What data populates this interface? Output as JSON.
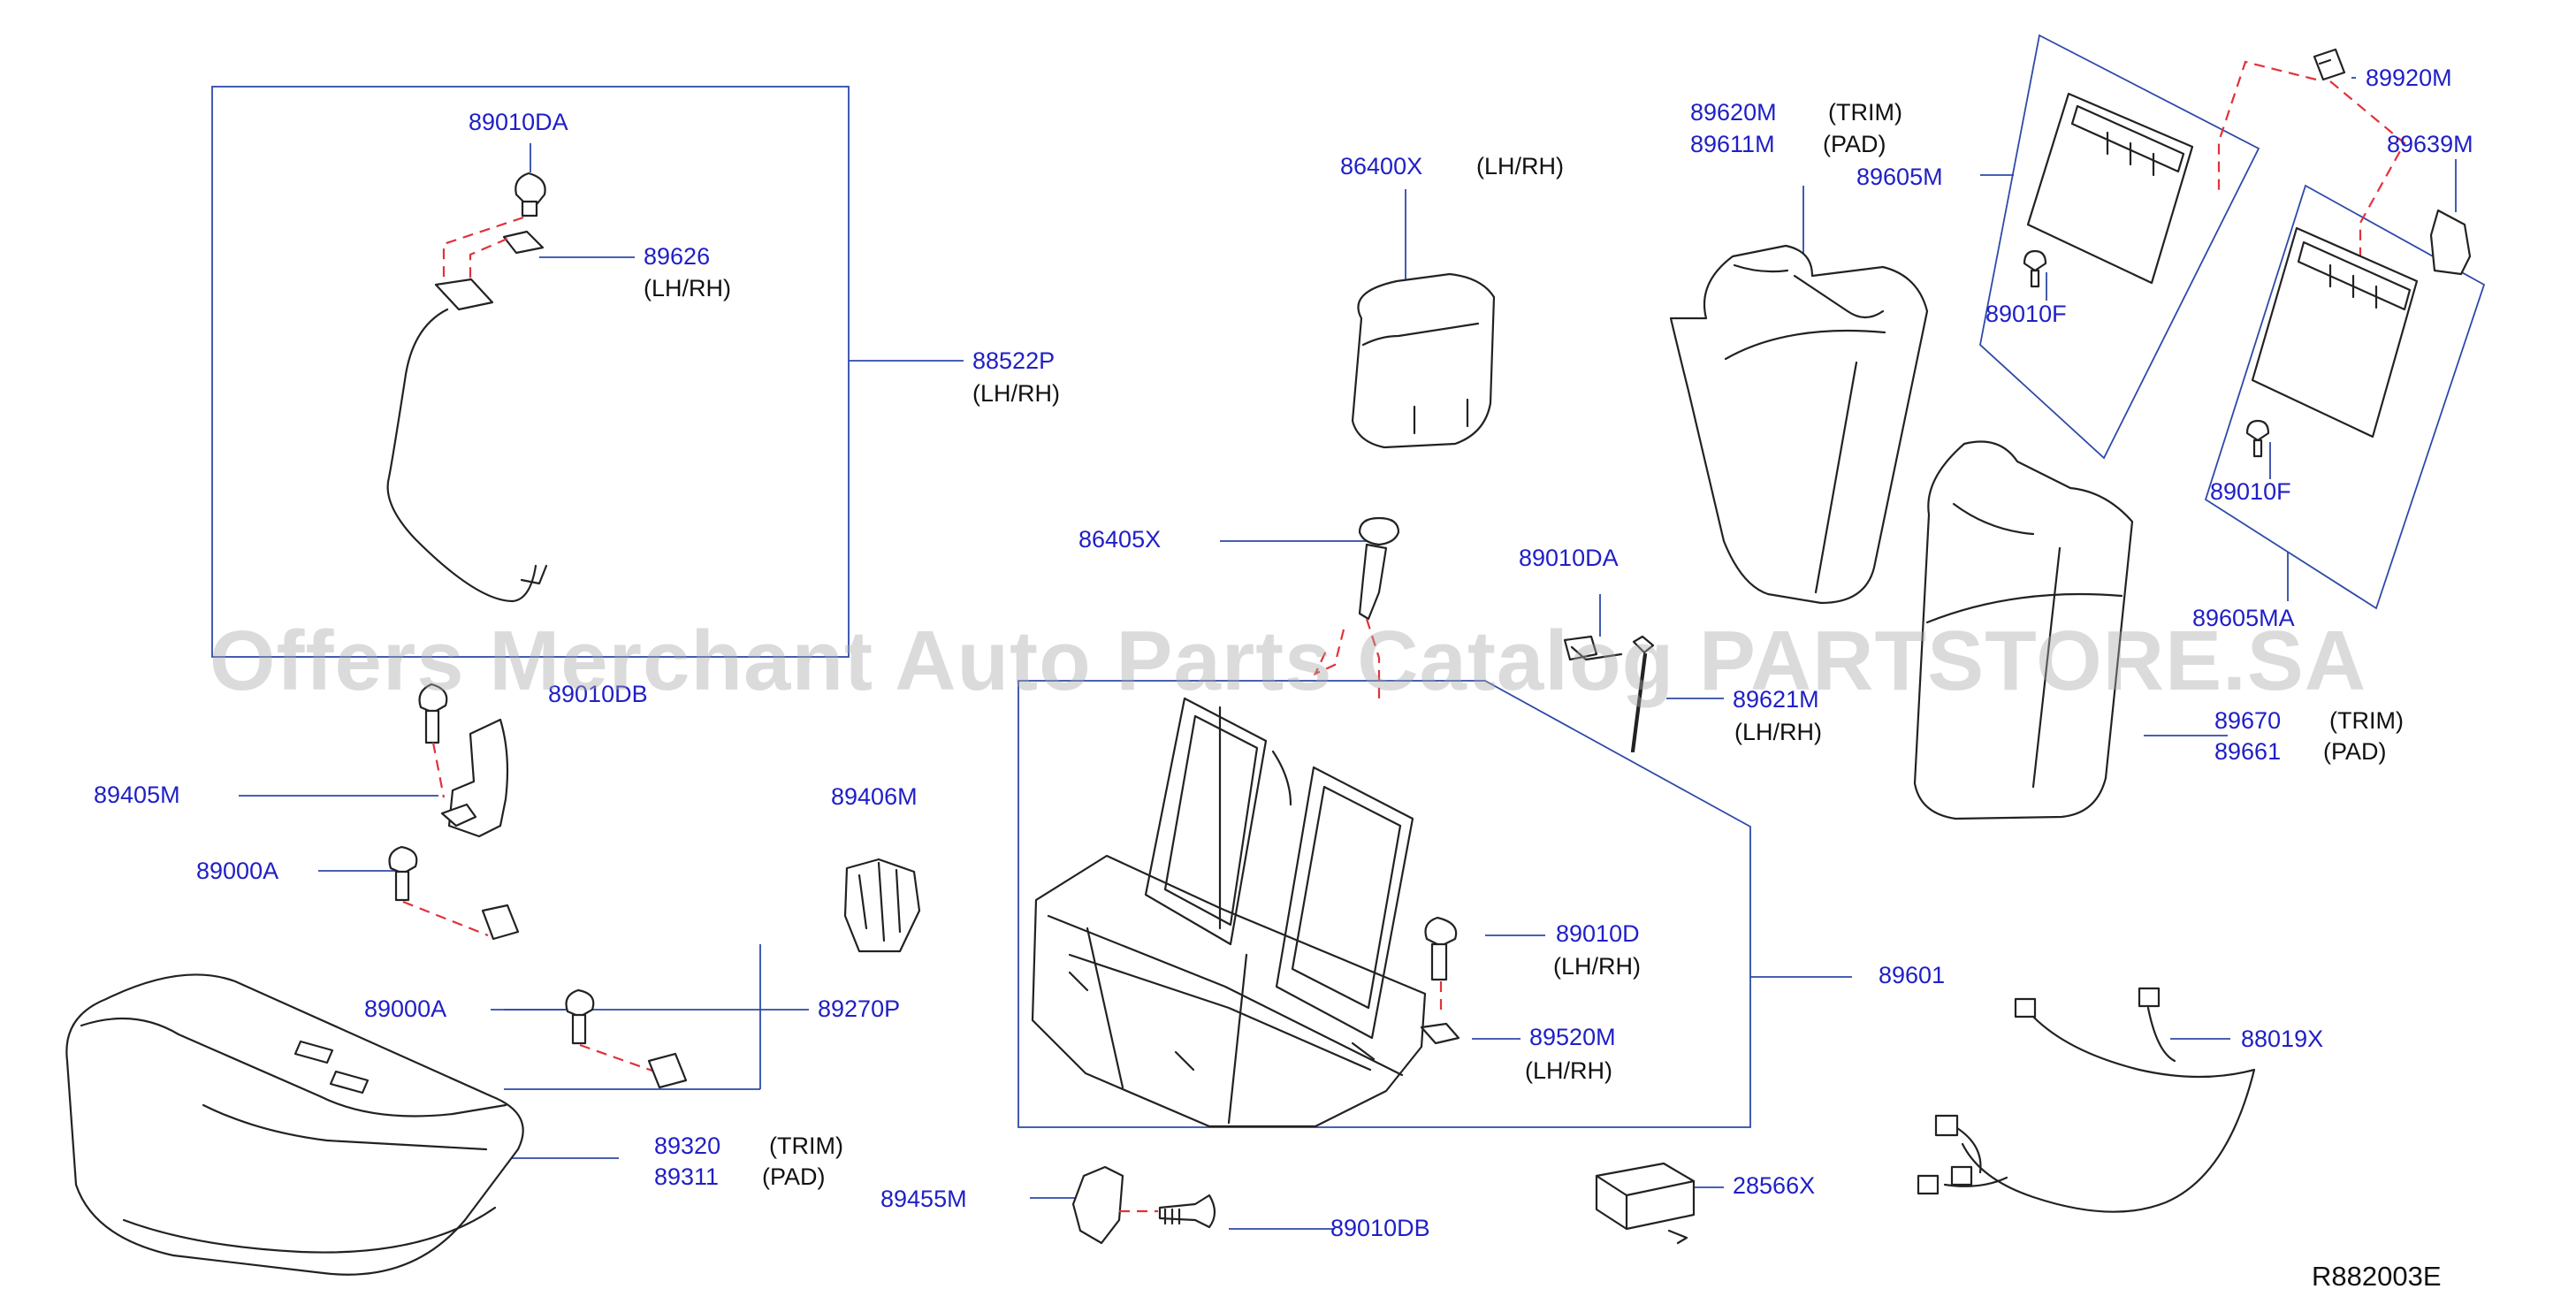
{
  "watermark": "Offers Merchant Auto Parts Catalog PARTSTORE.SA",
  "diagram_ref": "R882003E",
  "parts": [
    {
      "id": "p89010DA_a",
      "number": "89010DA",
      "note": ""
    },
    {
      "id": "p89626",
      "number": "89626",
      "note": "(LH/RH)"
    },
    {
      "id": "p88522P",
      "number": "88522P",
      "note": "(LH/RH)"
    },
    {
      "id": "p89010DB_a",
      "number": "89010DB",
      "note": ""
    },
    {
      "id": "p89405M",
      "number": "89405M",
      "note": ""
    },
    {
      "id": "p89000A_a",
      "number": "89000A",
      "note": ""
    },
    {
      "id": "p89000A_b",
      "number": "89000A",
      "note": ""
    },
    {
      "id": "p89270P",
      "number": "89270P",
      "note": ""
    },
    {
      "id": "p89406M",
      "number": "89406M",
      "note": ""
    },
    {
      "id": "p89320",
      "number": "89320",
      "note": "(TRIM)"
    },
    {
      "id": "p89311",
      "number": "89311",
      "note": "(PAD)"
    },
    {
      "id": "p89455M",
      "number": "89455M",
      "note": ""
    },
    {
      "id": "p89010DB_b",
      "number": "89010DB",
      "note": ""
    },
    {
      "id": "p86400X",
      "number": "86400X",
      "note": "(LH/RH)"
    },
    {
      "id": "p86405X",
      "number": "86405X",
      "note": ""
    },
    {
      "id": "p89010DA_b",
      "number": "89010DA",
      "note": ""
    },
    {
      "id": "p89621M",
      "number": "89621M",
      "note": "(LH/RH)"
    },
    {
      "id": "p89010D",
      "number": "89010D",
      "note": "(LH/RH)"
    },
    {
      "id": "p89520M",
      "number": "89520M",
      "note": "(LH/RH)"
    },
    {
      "id": "p89601",
      "number": "89601",
      "note": ""
    },
    {
      "id": "p28566X",
      "number": "28566X",
      "note": ""
    },
    {
      "id": "p88019X",
      "number": "88019X",
      "note": ""
    },
    {
      "id": "p89620M",
      "number": "89620M",
      "note": "(TRIM)"
    },
    {
      "id": "p89611M",
      "number": "89611M",
      "note": "(PAD)"
    },
    {
      "id": "p89605M",
      "number": "89605M",
      "note": ""
    },
    {
      "id": "p89920M",
      "number": "89920M",
      "note": ""
    },
    {
      "id": "p89639M",
      "number": "89639M",
      "note": ""
    },
    {
      "id": "p89010F_a",
      "number": "89010F",
      "note": ""
    },
    {
      "id": "p89010F_b",
      "number": "89010F",
      "note": ""
    },
    {
      "id": "p89605MA",
      "number": "89605MA",
      "note": ""
    },
    {
      "id": "p89670",
      "number": "89670",
      "note": "(TRIM)"
    },
    {
      "id": "p89661",
      "number": "89661",
      "note": "(PAD)"
    }
  ]
}
